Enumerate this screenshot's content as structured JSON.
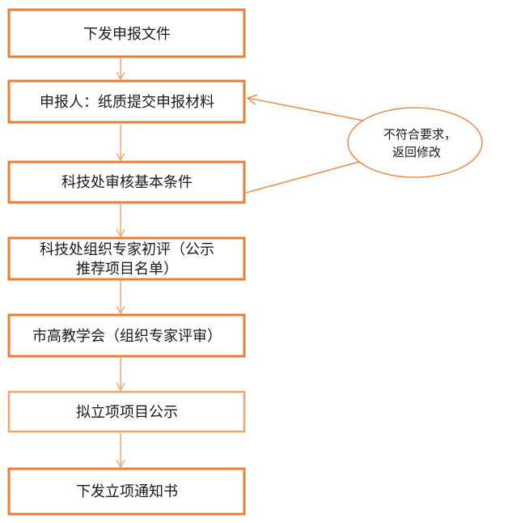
{
  "steps": [
    {
      "lines": [
        "下发申报文件"
      ]
    },
    {
      "lines": [
        "申报人：纸质提交申报材料"
      ]
    },
    {
      "lines": [
        "科技处审核基本条件"
      ]
    },
    {
      "lines": [
        "科技处组织专家初评（公示",
        "推荐项目名单）"
      ]
    },
    {
      "lines": [
        "市高教学会（组织专家评审）"
      ]
    },
    {
      "lines": [
        "拟立项项目公示"
      ]
    },
    {
      "lines": [
        "下发立项通知书"
      ]
    }
  ],
  "feedback": {
    "lines": [
      "不符合要求，",
      "返回修改"
    ]
  },
  "colors": {
    "border": "#ED7D31",
    "arrow": "#F4A46A"
  }
}
